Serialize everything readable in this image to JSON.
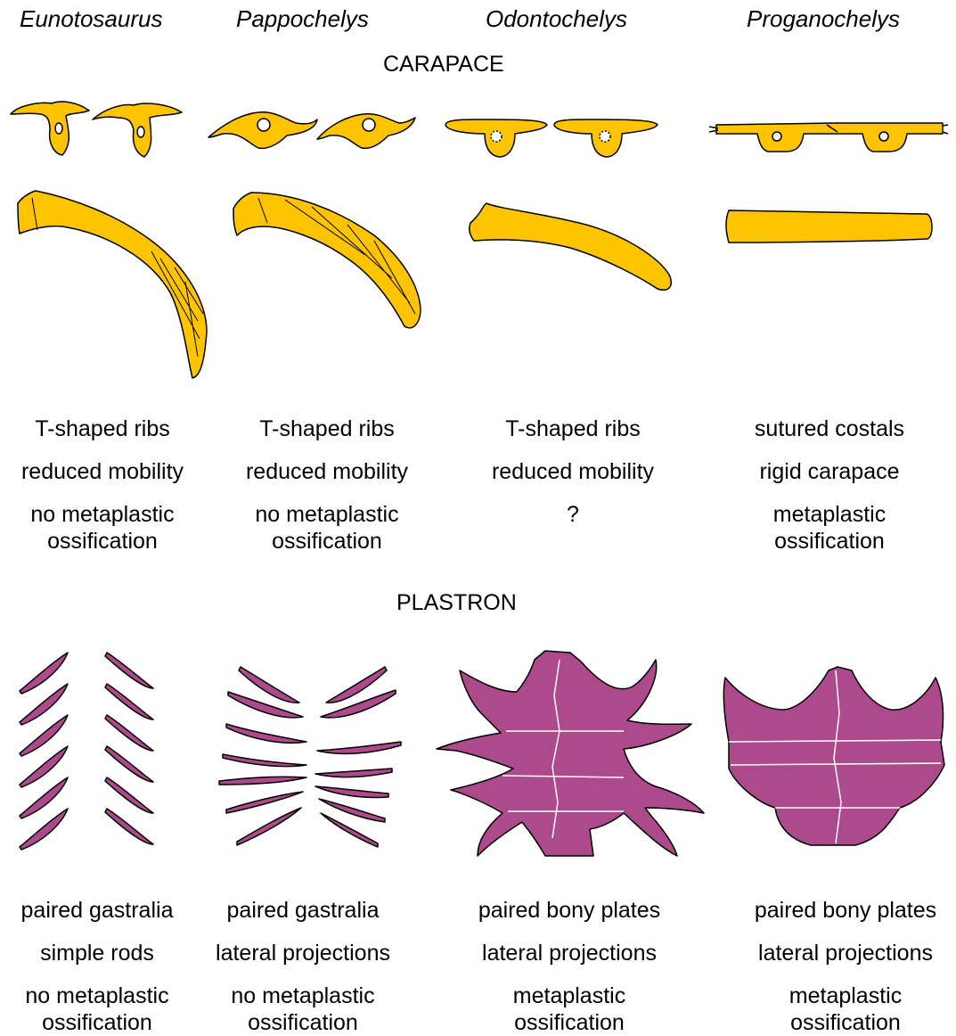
{
  "taxa": [
    "Eunotosaurus",
    "Pappochelys",
    "Odontochelys",
    "Proganochelys"
  ],
  "sections": {
    "carapace": "CARAPACE",
    "plastron": "PLASTRON"
  },
  "carapace_traits": [
    [
      "T-shaped ribs",
      "reduced mobility",
      "no metaplastic",
      "ossification"
    ],
    [
      "T-shaped ribs",
      "reduced mobility",
      "no metaplastic",
      "ossification"
    ],
    [
      "T-shaped ribs",
      "reduced mobility",
      "?",
      ""
    ],
    [
      "sutured costals",
      "rigid carapace",
      "metaplastic",
      "ossification"
    ]
  ],
  "plastron_traits": [
    [
      "paired gastralia",
      "simple rods",
      "no metaplastic",
      "ossification"
    ],
    [
      "paired gastralia",
      "lateral projections",
      "no metaplastic",
      "ossification"
    ],
    [
      "paired bony plates",
      "lateral projections",
      "metaplastic",
      "ossification"
    ],
    [
      "paired bony plates",
      "lateral projections",
      "metaplastic",
      "ossification"
    ]
  ],
  "colors": {
    "carapace": "#FFC400",
    "plastron": "#AC4A8C",
    "outline": "#000000"
  }
}
